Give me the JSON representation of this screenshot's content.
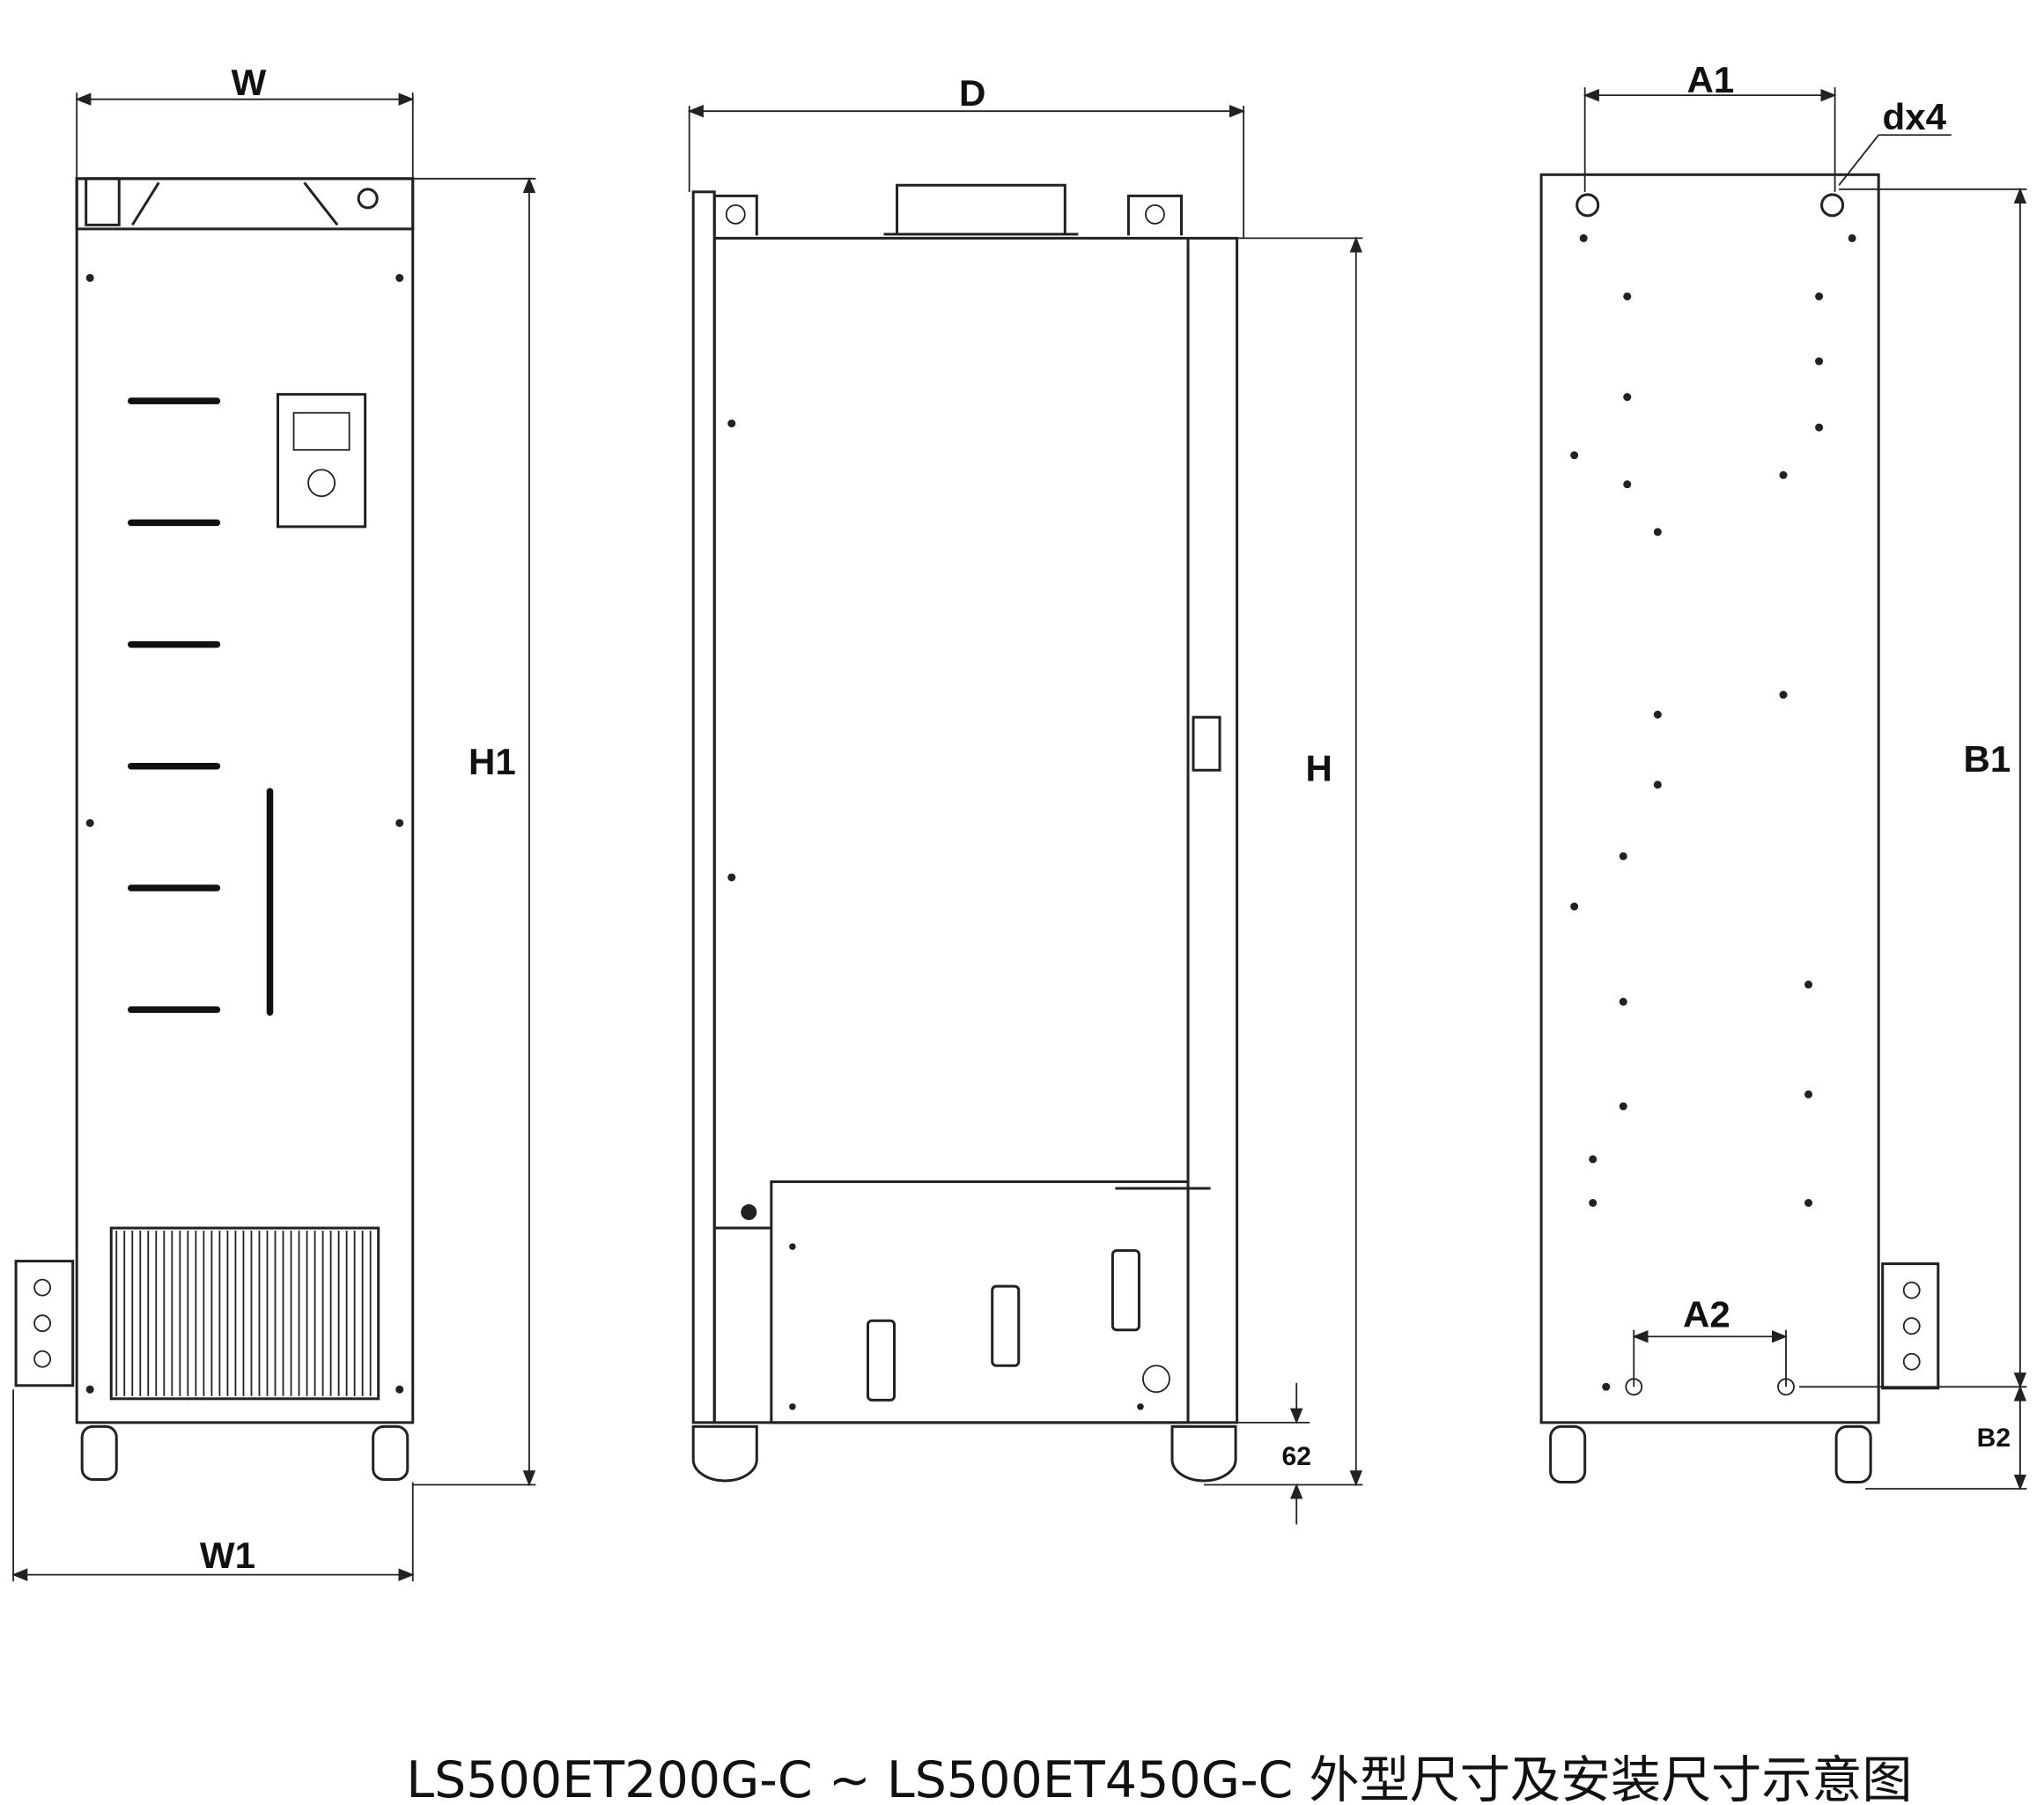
{
  "labels": {
    "w": "W",
    "w1": "W1",
    "h1": "H1",
    "d": "D",
    "h": "H",
    "dim_62": "62",
    "a1": "A1",
    "dx4": "dx4",
    "b1": "B1",
    "a2": "A2",
    "b2": "B2"
  },
  "caption": "LS500ET200G-C ~ LS500ET450G-C  外型尺寸及安装尺寸示意图"
}
